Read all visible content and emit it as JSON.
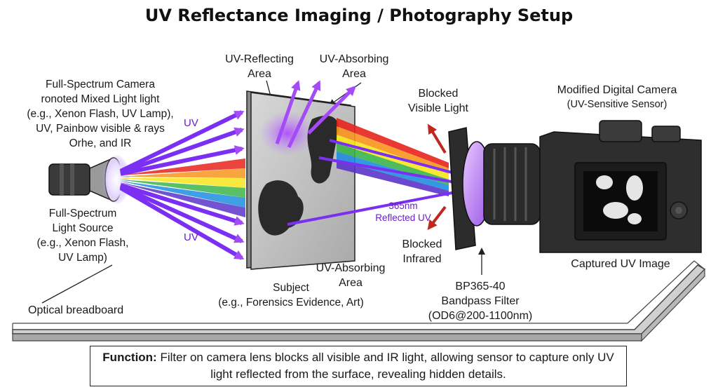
{
  "title": "UV Reflectance Imaging / Photography Setup",
  "labels": {
    "uv_reflecting": [
      "UV-Reflecting",
      "Area"
    ],
    "uv_absorbing_top": [
      "UV-Absorbing",
      "Area"
    ],
    "full_spectrum_camera": [
      "Full-Spectrum Camera",
      "ronoted Mixed Light light",
      "(e.g., Xenon Flash, UV Lamp),",
      "UV, Painbow visible & rays",
      "Orhe, and IR"
    ],
    "light_source": [
      "Full-Spectrum",
      "Light Source",
      "(e.g., Xenon Flash,",
      "UV Lamp)"
    ],
    "uv_top": "UV",
    "uv_bottom": "UV",
    "blocked_visible": [
      "Blocked",
      "Visible Light"
    ],
    "modified_camera": [
      "Modified Digital Camera",
      "(UV-Sensitive Sensor)"
    ],
    "reflected_uv": [
      "365nm",
      "Reflected UV"
    ],
    "blocked_infrared": [
      "Blocked",
      "Infrared"
    ],
    "uv_absorbing_bottom": [
      "UV-Absorbing",
      "Area"
    ],
    "captured_image": "Captured UV Image",
    "subject": [
      "Subject",
      "(e.g., Forensics Evidence, Art)"
    ],
    "filter": [
      "BP365-40",
      "Bandpass Filter",
      "(OD6@200-1100nm)"
    ],
    "breadboard": "Optical breadboard"
  },
  "function": {
    "label": "Function:",
    "text": "Filter on camera lens blocks all visible and IR light, allowing sensor to capture only UV light reflected from the surface, revealing hidden details."
  },
  "colors": {
    "uv": "#7b2ff2",
    "rainbow": [
      "#e8231d",
      "#f7941d",
      "#f6e51b",
      "#3cb54a",
      "#1f8de0",
      "#5a35c9"
    ],
    "blocked_arrow": "#c0271d"
  }
}
